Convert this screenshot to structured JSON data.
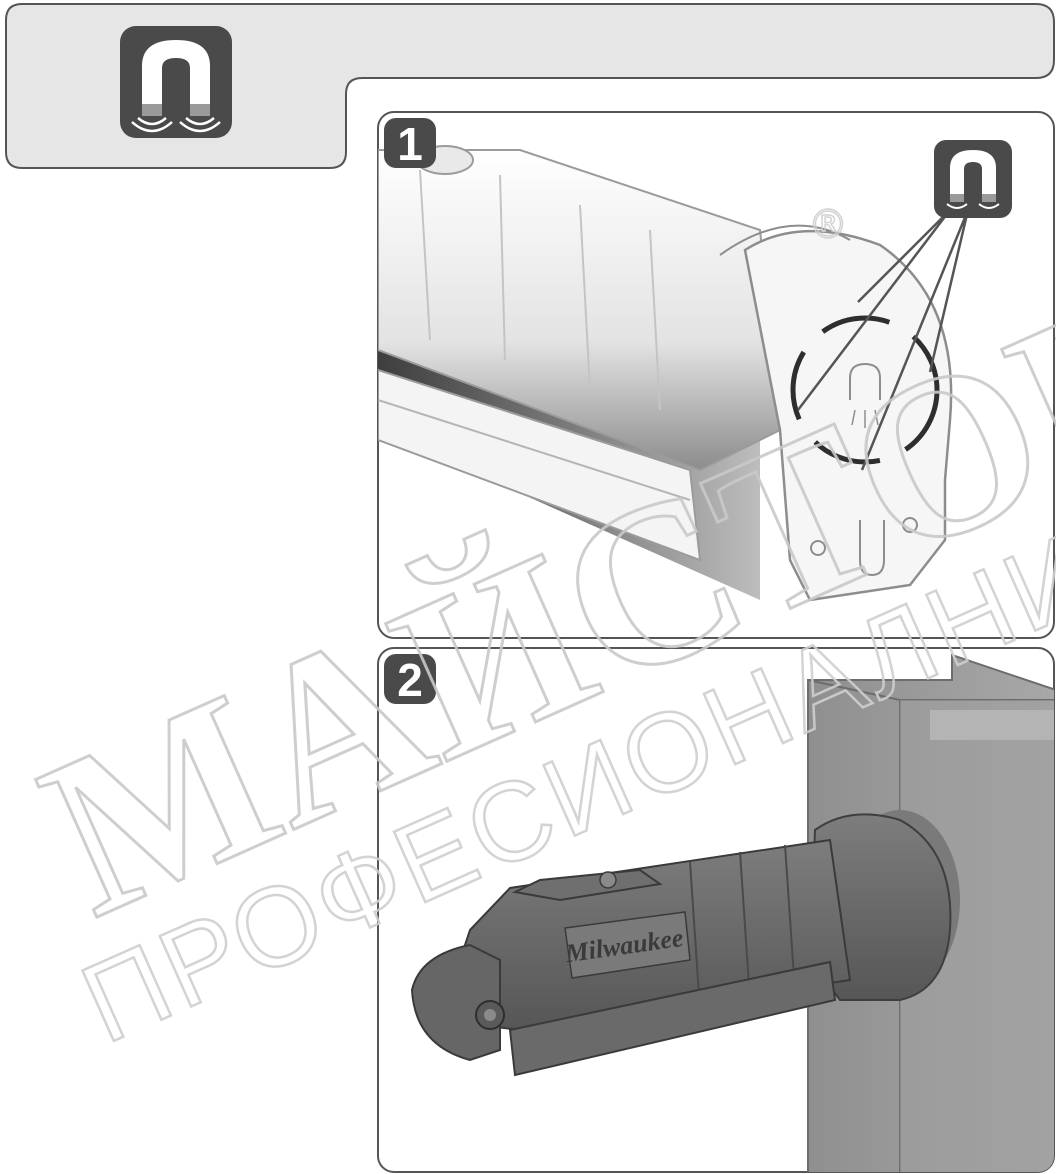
{
  "header": {
    "icon": "magnet-icon",
    "bg_color": "#e6e6e6"
  },
  "panels": [
    {
      "label": "1",
      "icon": "magnet-icon"
    },
    {
      "label": "2"
    }
  ],
  "product": {
    "brand": "Milwaukee"
  },
  "watermark": {
    "line1": "МАЙСТОРА",
    "line2": "ПРОФЕСИОНАЛНИ РЕШЕНИЯ",
    "registered": "®"
  },
  "colors": {
    "border": "#555555",
    "badge": "#4a4a4a",
    "tool_light": "#f2f2f2",
    "tool_dark": "#6e6e6e",
    "beam": "#9a9a9a"
  }
}
